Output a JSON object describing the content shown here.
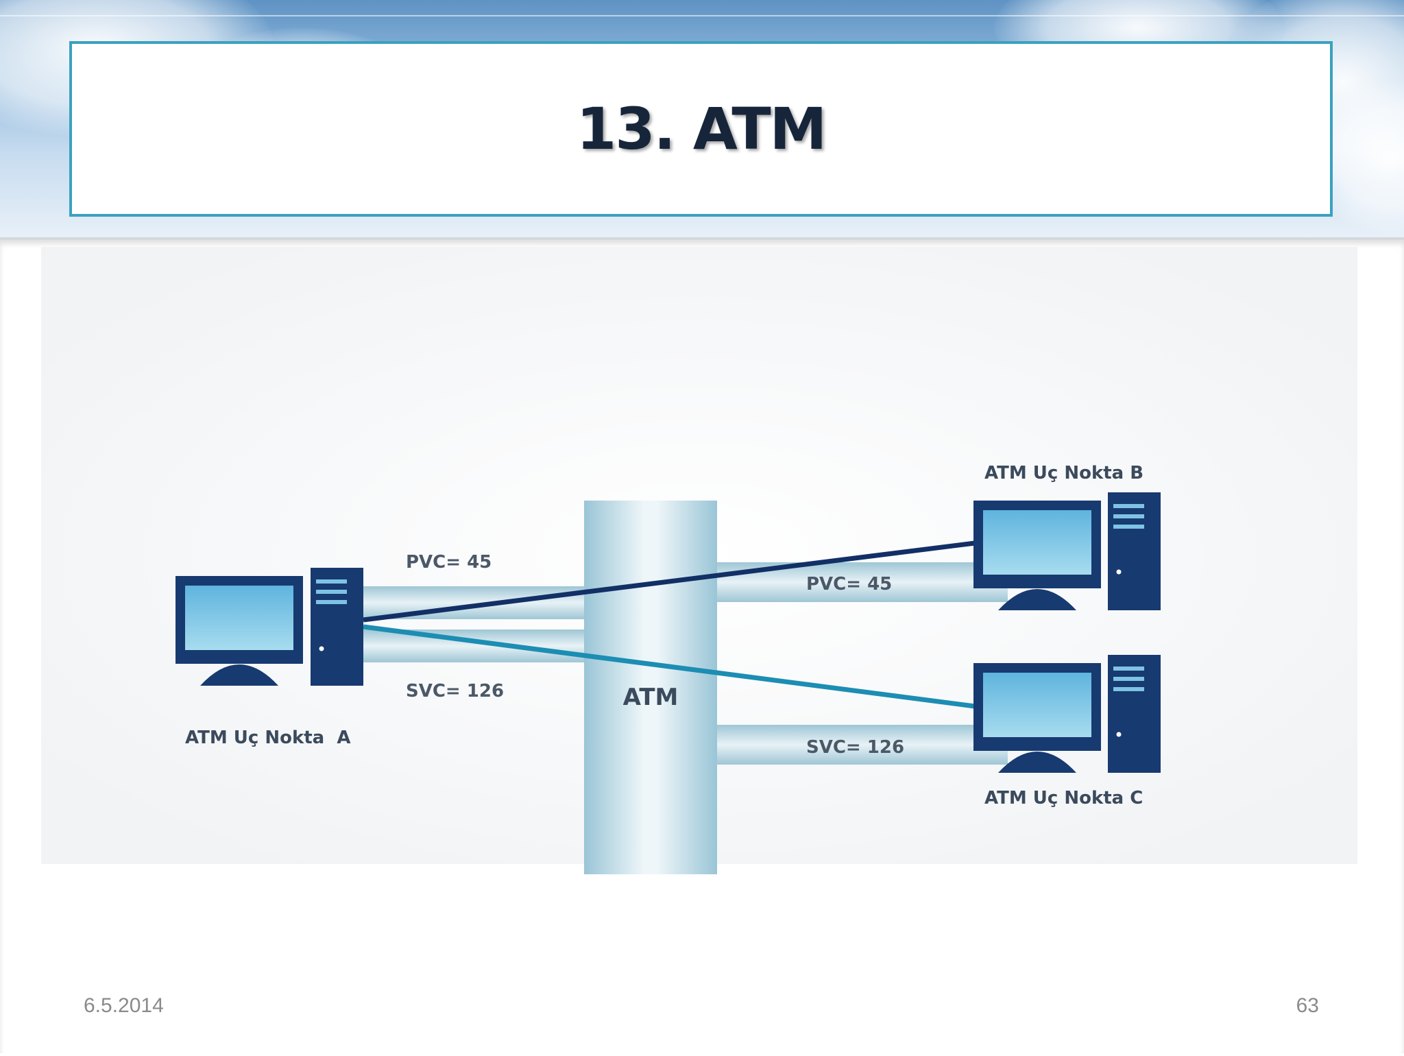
{
  "slide": {
    "title": "13. ATM",
    "footer_date": "6.5.2014",
    "page_number": "63"
  },
  "diagram": {
    "switch_label": "ATM",
    "nodes": {
      "a": {
        "label": "ATM Uç Nokta  A"
      },
      "b": {
        "label": "ATM Uç Nokta B"
      },
      "c": {
        "label": "ATM Uç Nokta C"
      }
    },
    "connections": {
      "a_pvc": {
        "label": "PVC= 45"
      },
      "a_svc": {
        "label": "SVC= 126"
      },
      "b_pvc": {
        "label": "PVC= 45"
      },
      "c_svc": {
        "label": "SVC= 126"
      }
    }
  },
  "colors": {
    "title_border": "#3aa1bf",
    "title_text": "#17253a",
    "pvc_line": "#122f66",
    "svc_line": "#1c8db3",
    "computer_body": "#173a70",
    "screen": "#7fc3e4"
  }
}
